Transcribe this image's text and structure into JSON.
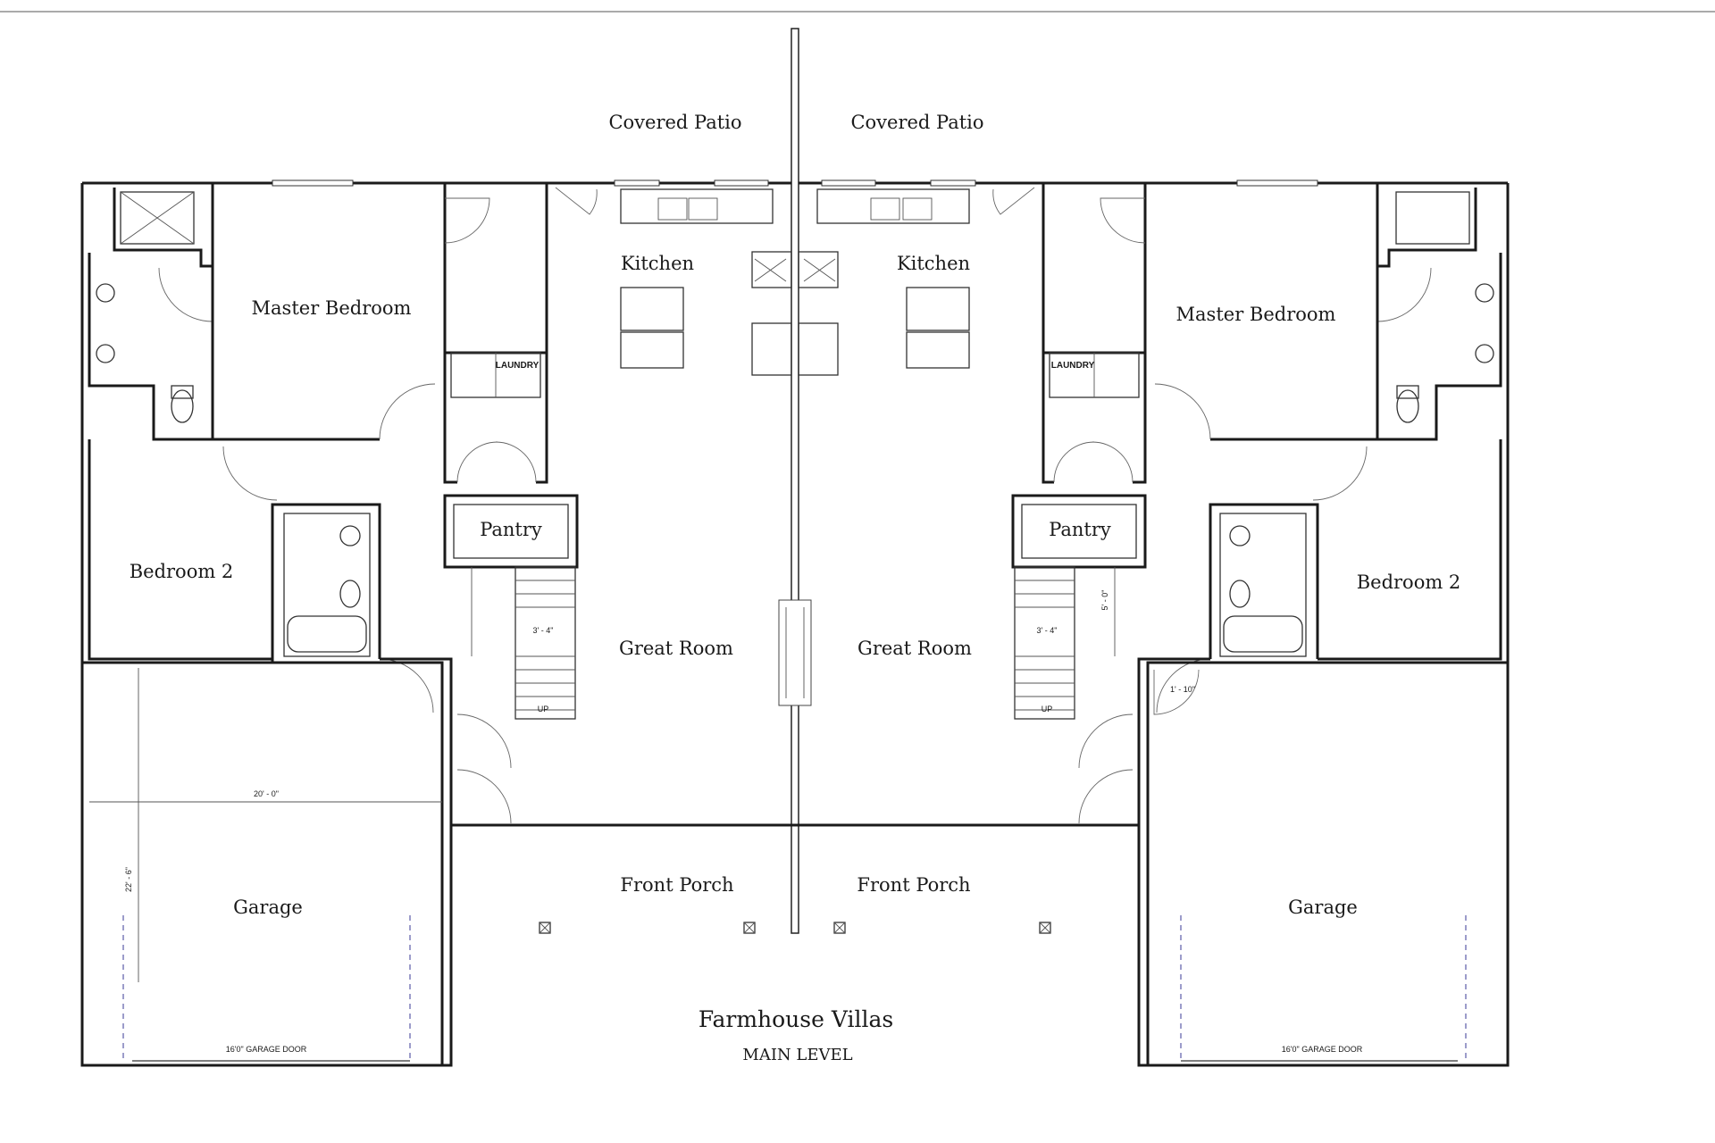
{
  "plan": {
    "title": "Farmhouse Villas",
    "subtitle": "MAIN LEVEL"
  },
  "left_unit": {
    "covered_patio": "Covered Patio",
    "kitchen": "Kitchen",
    "master_bedroom": "Master Bedroom",
    "laundry": "LAUNDRY",
    "pantry": "Pantry",
    "bedroom_2": "Bedroom 2",
    "great_room": "Great Room",
    "garage": "Garage",
    "front_porch": "Front Porch",
    "garage_door": "16'0\" GARAGE DOOR",
    "stair_width": "3' - 4\"",
    "stair_up": "UP",
    "dim_width": "20' - 0\"",
    "dim_depth": "22' - 6\""
  },
  "right_unit": {
    "covered_patio": "Covered Patio",
    "kitchen": "Kitchen",
    "master_bedroom": "Master Bedroom",
    "laundry": "LAUNDRY",
    "pantry": "Pantry",
    "bedroom_2": "Bedroom 2",
    "great_room": "Great Room",
    "garage": "Garage",
    "front_porch": "Front Porch",
    "garage_door": "16'0\" GARAGE DOOR",
    "stair_width": "3' - 4\"",
    "stair_up": "UP",
    "dim_stair_run": "5' - 0\"",
    "dim_wall": "1' - 10\""
  }
}
